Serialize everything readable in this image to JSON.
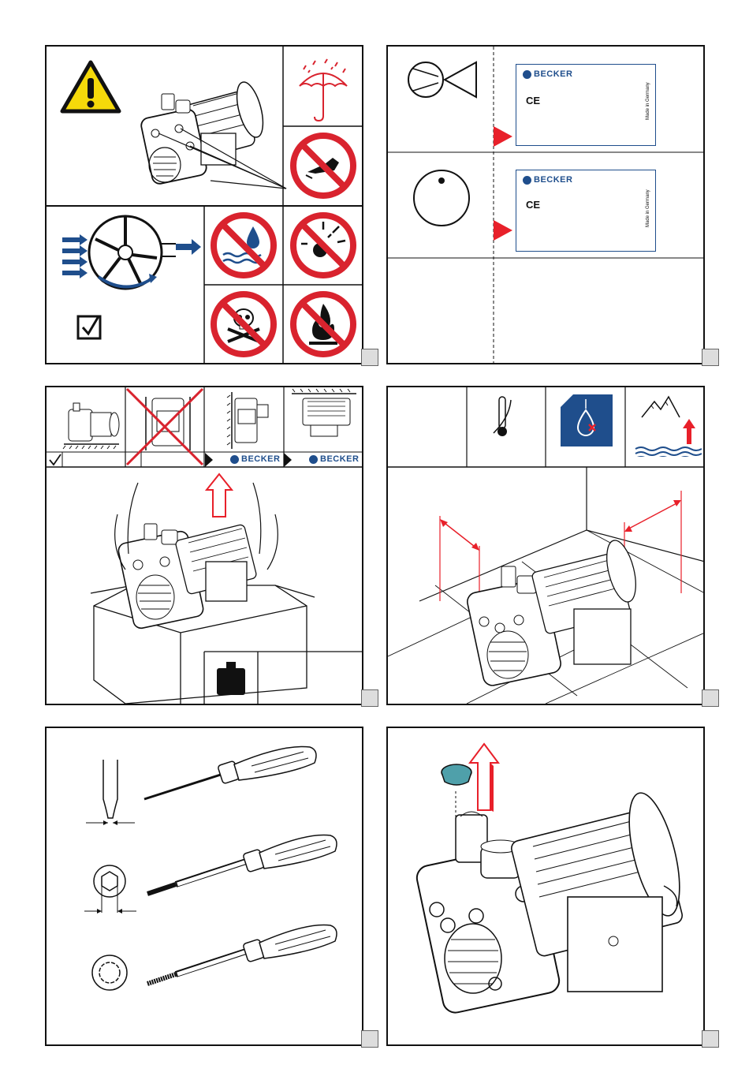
{
  "brand": {
    "name": "BECKER",
    "color": "#1f4e8c"
  },
  "nameplate": {
    "ce_mark": "CE",
    "made_in": "Made in Germany"
  },
  "colors": {
    "prohibit_red": "#d9232e",
    "warning_yellow": "#f5d90a",
    "arrow_blue": "#1f4e8c",
    "pointer_red": "#e8202a",
    "cap_teal": "#4fa0aa",
    "page_box": "#dddddd"
  },
  "panels": [
    {
      "name": "safety-warnings",
      "icons": [
        "warning-triangle-icon",
        "umbrella-rain-icon",
        "no-oiling-icon",
        "rotary-vane-flow-icon",
        "check-box-icon",
        "no-liquids-icon",
        "no-explosive-icon",
        "no-toxic-icon",
        "no-flammable-icon"
      ]
    },
    {
      "name": "nameplate-identification",
      "icons": [
        "pump-symbol-icon",
        "rotation-dial-icon",
        "red-pointer-icon"
      ]
    },
    {
      "name": "transport-unpacking",
      "icons": [
        "mounting-ok-icon",
        "mounting-forbidden-icon",
        "wall-mount-icon",
        "ceiling-mount-icon",
        "lift-arrow-icon",
        "weight-icon"
      ]
    },
    {
      "name": "installation-environment",
      "icons": [
        "thermometer-icon",
        "no-condensate-icon",
        "altitude-icon",
        "clearance-arrow-icon"
      ]
    },
    {
      "name": "tools",
      "icons": [
        "flat-screwdriver-icon",
        "hex-screwdriver-icon",
        "torx-screwdriver-icon"
      ]
    },
    {
      "name": "remove-cap",
      "icons": [
        "cap-icon",
        "lift-arrow-icon"
      ]
    }
  ]
}
